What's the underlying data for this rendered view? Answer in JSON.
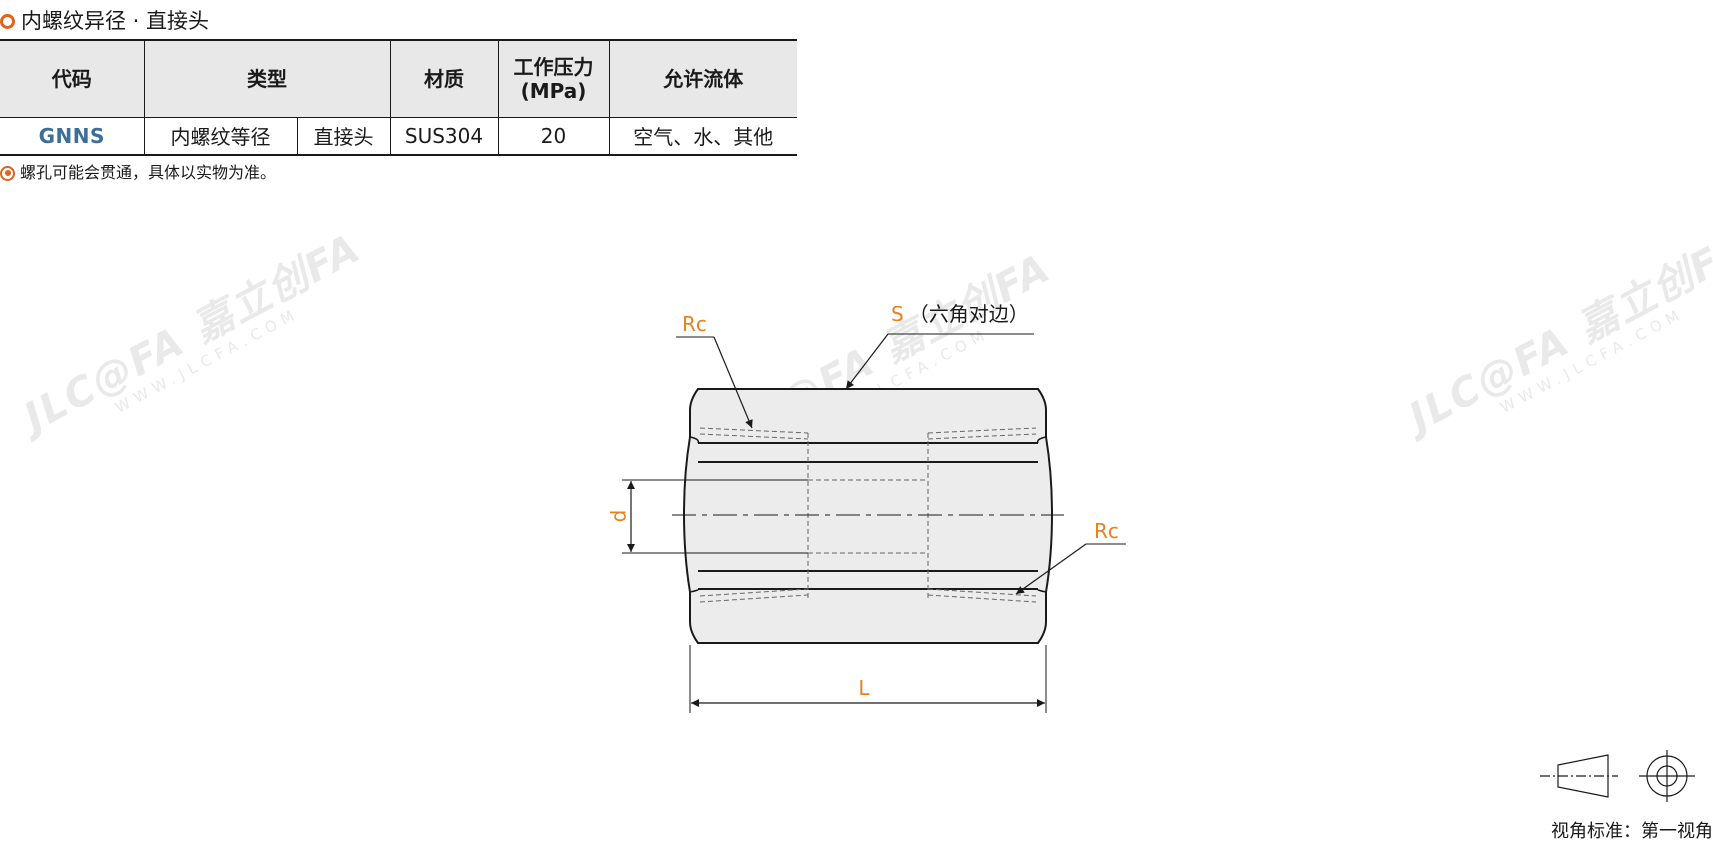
{
  "header": {
    "title": "内螺纹异径 · 直接头"
  },
  "table": {
    "columns": {
      "code": "代码",
      "type": "类型",
      "material": "材质",
      "pressure_line1": "工作压力",
      "pressure_line2": "(MPa)",
      "fluid": "允许流体"
    },
    "row": {
      "code": "GNNS",
      "type_primary": "内螺纹等径",
      "type_secondary": "直接头",
      "material": "SUS304",
      "pressure": "20",
      "fluid": "空气、水、其他"
    }
  },
  "note": {
    "text": "螺孔可能会贯通，具体以实物为准。"
  },
  "watermark": {
    "main": "JLC@FA 嘉立创FA",
    "sub": "WWW.JLCFA.COM"
  },
  "drawing": {
    "label_rc_top": "Rc",
    "label_rc_right": "Rc",
    "label_s": "S",
    "label_s_note": "（六角对边）",
    "label_d": "d",
    "label_l": "L"
  },
  "projection": {
    "label": "视角标准：第一视角"
  },
  "colors": {
    "accent": "#e0641c",
    "dimension_label": "#e8801e",
    "code_blue": "#3c6e97",
    "header_bg": "#e8e8e8"
  }
}
